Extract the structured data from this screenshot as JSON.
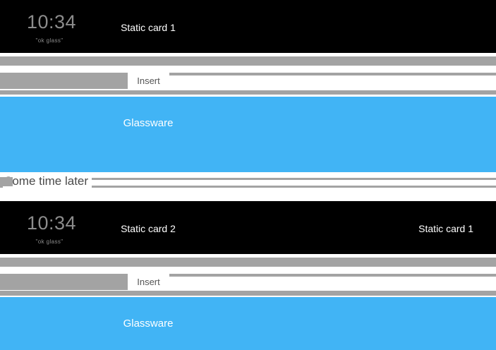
{
  "colors": {
    "card_bg": "#000000",
    "timeline_bar": "#a3a3a3",
    "glassware_blue": "#41b4f5",
    "clock_text": "#8c8c8c",
    "card_label_text": "#ffffff",
    "insert_text": "#555555",
    "divider_text": "#4a4a4a"
  },
  "before": {
    "clock_time": "10:34",
    "clock_hint": "\"ok glass\"",
    "card_labels": [
      "Static card 1"
    ],
    "insert_label": "Insert",
    "glassware_label": "Glassware"
  },
  "divider": {
    "label": "Some time later"
  },
  "after": {
    "clock_time": "10:34",
    "clock_hint": "\"ok glass\"",
    "card_labels": [
      "Static card 2",
      "Static card 1"
    ],
    "insert_label": "Insert",
    "glassware_label": "Glassware"
  }
}
